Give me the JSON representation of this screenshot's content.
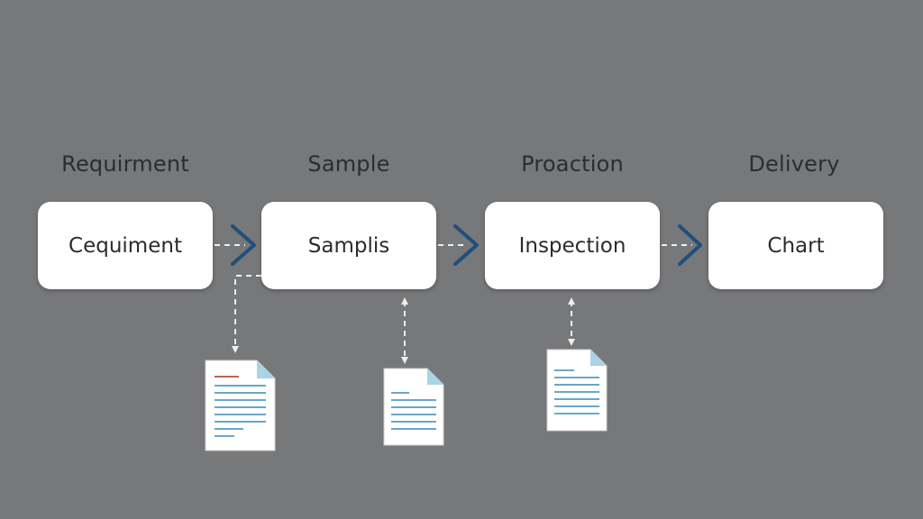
{
  "colors": {
    "background": "#77787a",
    "box_fill": "#ffffff",
    "text": "#2b2d30",
    "arrow": "#1f4f7a",
    "connector": "#eeeeee",
    "doc_line": "#6aa7c8",
    "doc_accent": "#b9674e",
    "doc_fold": "#a9d3e6"
  },
  "stages": [
    {
      "title": "Requirment",
      "label": "Cequiment"
    },
    {
      "title": "Sample",
      "label": "Samplis"
    },
    {
      "title": "Proaction",
      "label": "Inspection"
    },
    {
      "title": "Delivery",
      "label": "Chart"
    }
  ],
  "icons": {
    "arrow": "chevron-right-icon",
    "document": "document-icon"
  }
}
